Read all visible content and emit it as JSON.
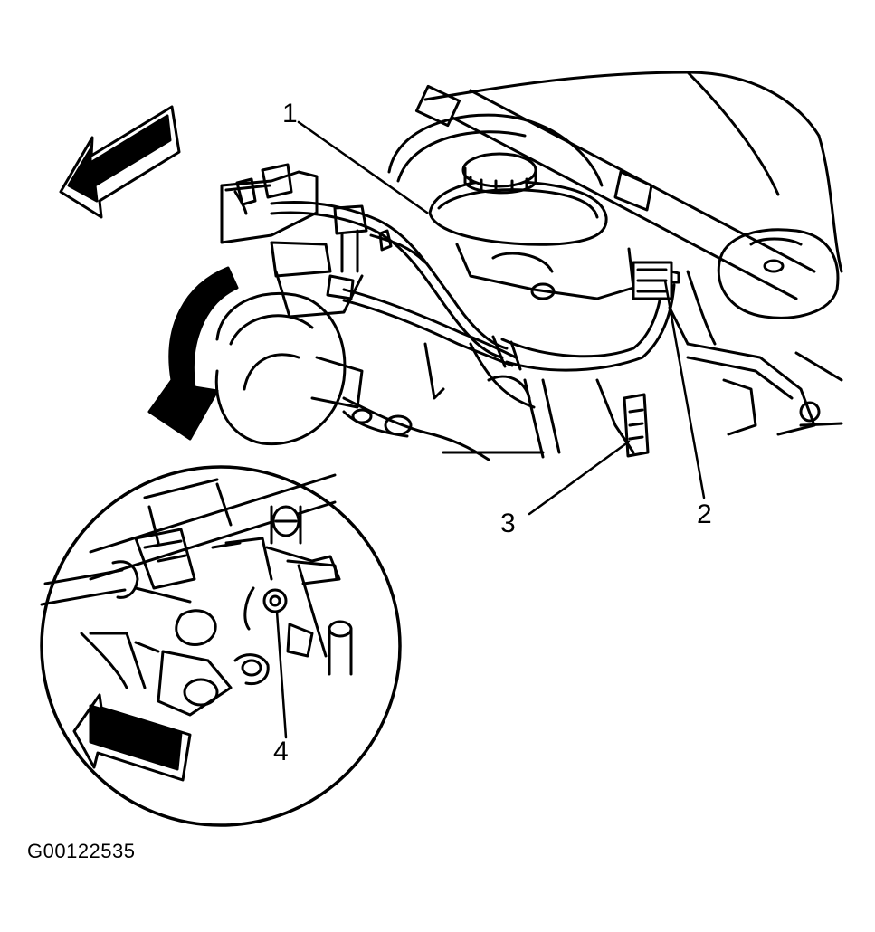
{
  "figure_id": "G00122535",
  "callouts": [
    {
      "id": "1",
      "label": "1"
    },
    {
      "id": "2",
      "label": "2"
    },
    {
      "id": "3",
      "label": "3"
    },
    {
      "id": "4",
      "label": "4"
    }
  ],
  "icons": {
    "front_arrow": "direction-arrow-icon",
    "detail_arrow": "curved-arrow-icon"
  }
}
